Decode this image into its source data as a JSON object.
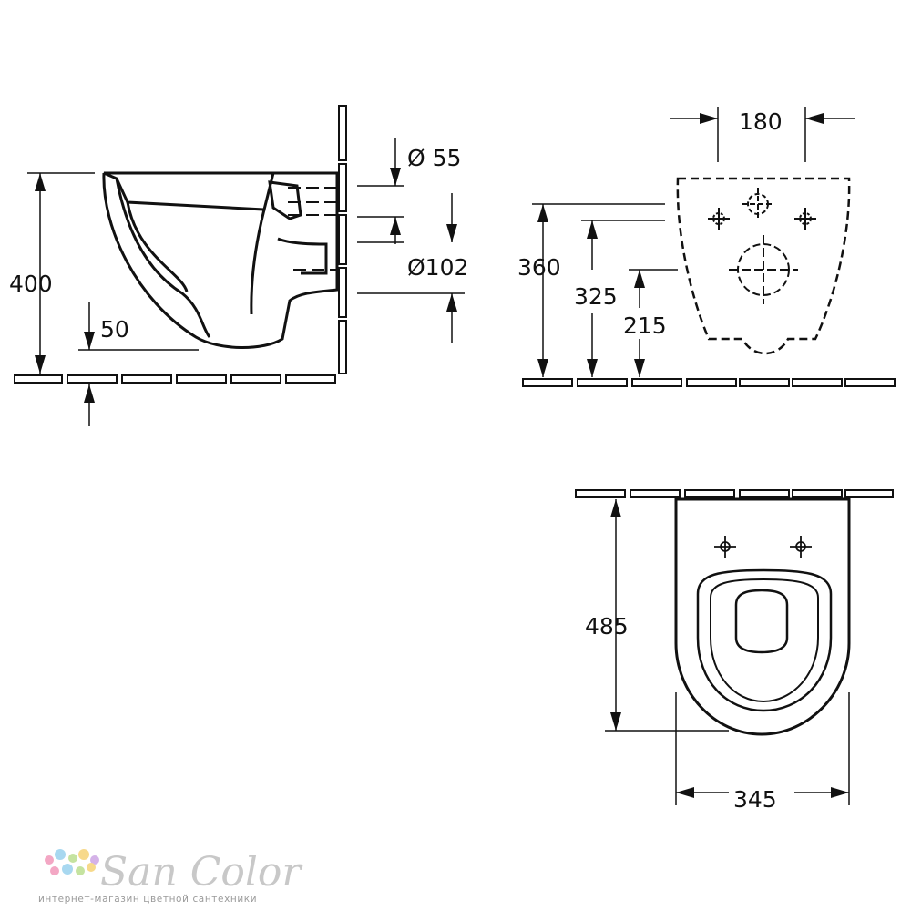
{
  "side_view": {
    "height_label": "400",
    "floor_gap_label": "50",
    "inlet_diameter_label": "Ø 55",
    "outlet_diameter_label": "Ø102"
  },
  "rear_view": {
    "spacing_label": "180",
    "dim_a_label": "360",
    "dim_b_label": "325",
    "dim_c_label": "215"
  },
  "top_view": {
    "depth_label": "485",
    "width_label": "345"
  },
  "watermark": {
    "brand": "San Color",
    "tagline": "интернет-магазин цветной сантехники",
    "dot_colors": [
      "#f3a7c4",
      "#a8d8f0",
      "#c5e3a0",
      "#f7d98a",
      "#d4b2e8"
    ]
  }
}
